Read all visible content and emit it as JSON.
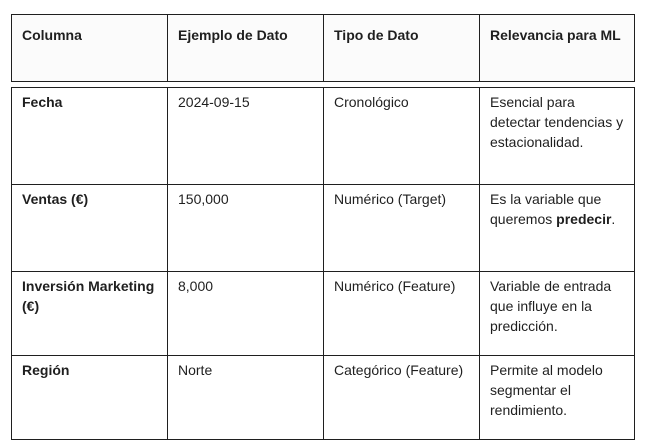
{
  "table": {
    "headers": [
      "Columna",
      "Ejemplo de Dato",
      "Tipo de Dato",
      "Relevancia para ML"
    ],
    "rows": [
      {
        "columna": "Fecha",
        "ejemplo": "2024-09-15",
        "tipo": "Cronológico",
        "relevancia": "Esencial para detectar tendencias y estacionalidad."
      },
      {
        "columna": "Ventas (€)",
        "ejemplo": "150,000",
        "tipo": "Numérico (Target)",
        "relevancia_pre": "Es la variable que queremos ",
        "relevancia_bold": "predecir",
        "relevancia_post": "."
      },
      {
        "columna": "Inversión Marketing (€)",
        "ejemplo": "8,000",
        "tipo": "Numérico (Feature)",
        "relevancia": "Variable de entrada que influye en la predicción."
      },
      {
        "columna": "Región",
        "ejemplo": "Norte",
        "tipo": "Categórico (Feature)",
        "relevancia": "Permite al modelo segmentar el rendimiento."
      }
    ]
  }
}
